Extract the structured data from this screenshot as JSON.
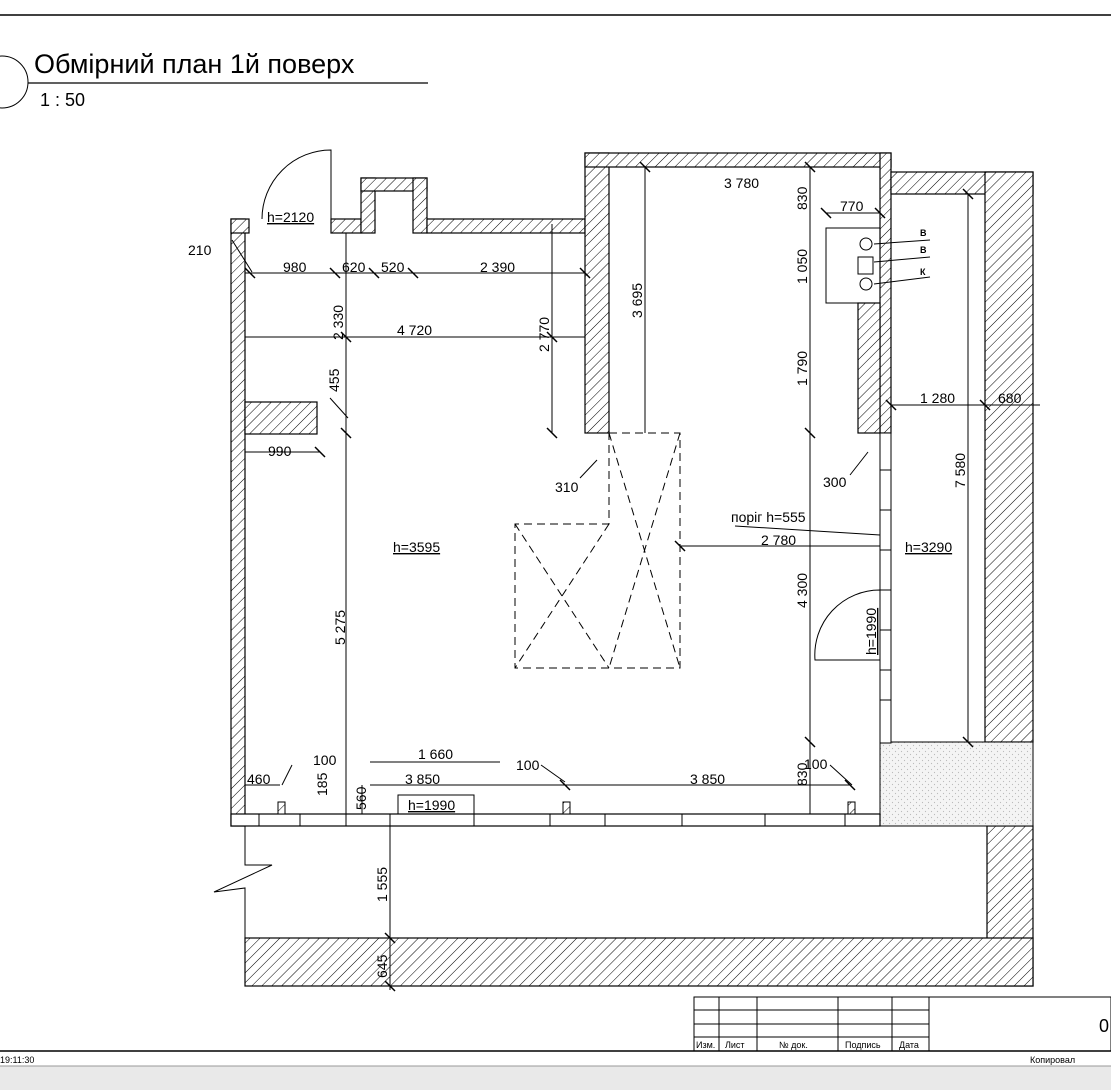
{
  "title": "Обмірний план 1й поверх",
  "scale": "1 : 50",
  "room_heights": {
    "main": "h=3595",
    "corridor": "h=3290",
    "entry_door": "h=2120",
    "window_door": "h=1990",
    "inner_door": "h=1990"
  },
  "threshold_label": "поріг h=555",
  "dimensions": {
    "d210": "210",
    "d980": "980",
    "d620": "620",
    "d520": "520",
    "d2390": "2 390",
    "d2330": "2 330",
    "d4720": "4 720",
    "d2770": "2 770",
    "d3695": "3 695",
    "d455": "455",
    "d990": "990",
    "d310": "310",
    "d5275": "5 275",
    "d3780": "3 780",
    "d830top": "830",
    "d770": "770",
    "d1050": "1 050",
    "d1790": "1 790",
    "d300": "300",
    "d2780": "2 780",
    "d4300": "4 300",
    "d1280": "1 280",
    "d680": "680",
    "d7580": "7 580",
    "d100a": "100",
    "d185": "185",
    "d460": "460",
    "d560": "560",
    "d1660": "1 660",
    "d3850a": "3 850",
    "d100b": "100",
    "d3850b": "3 850",
    "d830bot": "830",
    "d100c": "100",
    "d1555": "1 555",
    "d645": "645"
  },
  "utility_labels": [
    "В",
    "В",
    "К"
  ],
  "title_block": {
    "columns": [
      "Изм.",
      "Лист",
      "№ док.",
      "Подпись",
      "Дата"
    ],
    "sheet": "0"
  },
  "footer": {
    "time": "19:11:30",
    "copied": "Копировал"
  }
}
